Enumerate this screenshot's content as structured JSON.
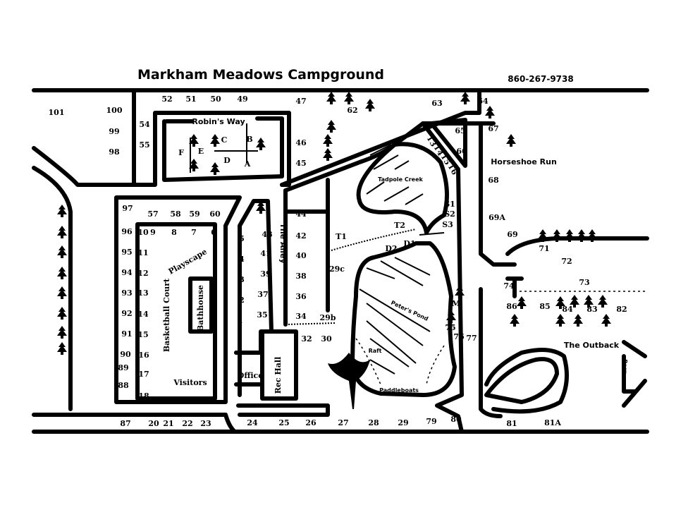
{
  "header": {
    "title": "Markham Meadows Campground",
    "phone": "860-267-9738"
  },
  "places": {
    "robins_way": "Robin's Way",
    "horseshoe_run": "Horseshoe Run",
    "tadpole_creek": "Tadpole Creek",
    "peters_pond": "Peter's Pond",
    "playscape": "Playscape",
    "bathhouse": "Bathhouse",
    "basketball_court": "Basketball Court",
    "visitors": "Visitors",
    "office": "Office",
    "rec_hall": "Rec Hall",
    "the_alley": "The Alley",
    "the_outback": "The Outback",
    "barn": "Barn",
    "raft": "Raft",
    "paddleboats": "Paddleboats"
  },
  "sites": [
    "101",
    "100",
    "99",
    "98",
    "52",
    "51",
    "50",
    "49",
    "47",
    "54",
    "55",
    "97",
    "57",
    "58",
    "59",
    "60",
    "96",
    "10",
    "9",
    "8",
    "7",
    "6",
    "95",
    "11",
    "94",
    "12",
    "93",
    "13",
    "92",
    "14",
    "91",
    "15",
    "90",
    "16",
    "89",
    "17",
    "88",
    "18",
    "87",
    "20",
    "21",
    "22",
    "23",
    "24",
    "25",
    "26",
    "27",
    "28",
    "29",
    "79",
    "80",
    "81",
    "81A",
    "5",
    "4",
    "3",
    "2",
    "1",
    "43",
    "41",
    "39",
    "37",
    "35",
    "44",
    "42",
    "40",
    "38",
    "36",
    "34",
    "32",
    "30",
    "29b",
    "29c",
    "46",
    "45",
    "62",
    "63",
    "64",
    "65",
    "66",
    "67",
    "68",
    "69A",
    "69",
    "71",
    "72",
    "73",
    "74",
    "86",
    "85",
    "84",
    "83",
    "82",
    "75",
    "76",
    "77",
    "M",
    "T1",
    "T2",
    "D1",
    "D2",
    "S1",
    "S2",
    "S3",
    "A",
    "B",
    "C",
    "D",
    "E",
    "F"
  ],
  "rotated_sites": [
    "T3",
    "T4",
    "T5",
    "T6"
  ]
}
